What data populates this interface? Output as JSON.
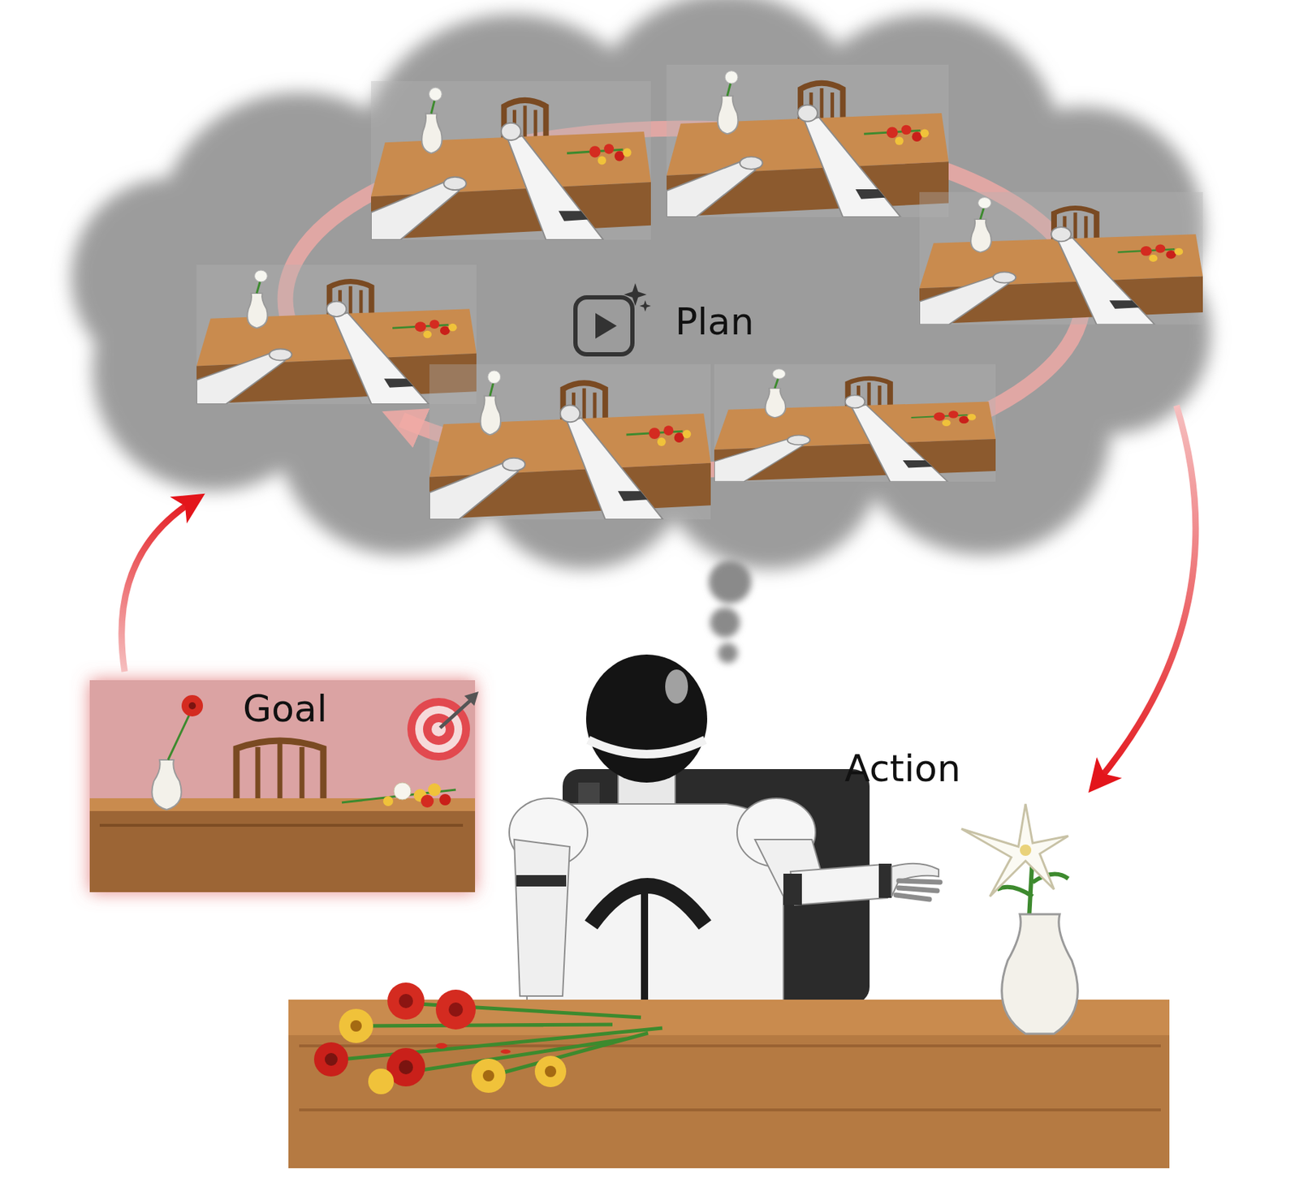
{
  "diagram": {
    "nodes": [
      {
        "text": [
          "Plan"
        ]
      },
      {
        "text": [
          "Goal"
        ]
      }
    ],
    "edges": [
      {
        "from": 1,
        "to": 0,
        "arrow": "to"
      }
    ],
    "labels": [
      "Action"
    ]
  }
}
